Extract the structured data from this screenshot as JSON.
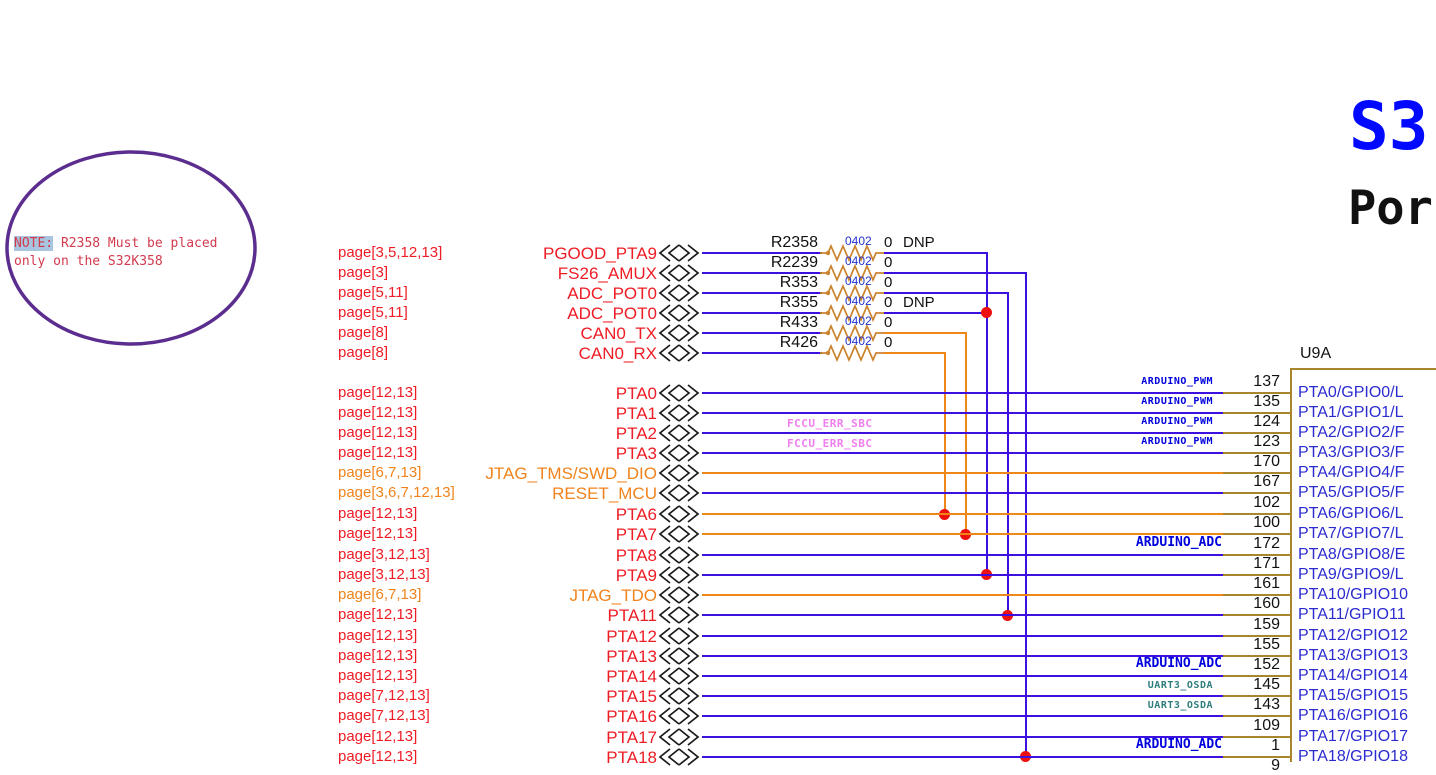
{
  "note": {
    "highlight": "NOTE:",
    "line1_rest": " R2358 Must be placed",
    "line2": "only on the S32K358"
  },
  "title": {
    "line1": "S3",
    "line2": "Por"
  },
  "ic": {
    "refdes": "U9A"
  },
  "colors": {
    "wire_blue": "#3c11e0",
    "wire_orange": "#ee8618",
    "pin_gold": "#a8862e",
    "red_text": "#ee1c25",
    "orange_text": "#f0831c",
    "pin_name_blue": "#2b2bd0",
    "footprint_blue": "#2233cc",
    "net_label_blue": "#0000dd",
    "uart_teal": "#2e7d7d",
    "fccu_magenta": "#f07ef0",
    "junction_red": "#ee0f0f",
    "ellipse_purple": "#5b2d8e",
    "note_highlight": "#a9c4de",
    "title_blue": "#0008ff"
  },
  "offpage_rows": [
    {
      "page": "page[3,5,12,13]",
      "signal": "PGOOD_PTA9",
      "resistor": "R2358",
      "footprint": "0402",
      "value": "0",
      "dnp": "DNP"
    },
    {
      "page": "page[3]",
      "signal": "FS26_AMUX",
      "resistor": "R2239",
      "footprint": "0402",
      "value": "0",
      "dnp": ""
    },
    {
      "page": "page[5,11]",
      "signal": "ADC_POT0",
      "resistor": "R353",
      "footprint": "0402",
      "value": "0",
      "dnp": ""
    },
    {
      "page": "page[5,11]",
      "signal": "ADC_POT0",
      "resistor": "R355",
      "footprint": "0402",
      "value": "0",
      "dnp": "DNP"
    },
    {
      "page": "page[8]",
      "signal": "CAN0_TX",
      "resistor": "R433",
      "footprint": "0402",
      "value": "0",
      "dnp": ""
    },
    {
      "page": "page[8]",
      "signal": "CAN0_RX",
      "resistor": "R426",
      "footprint": "0402",
      "value": "0",
      "dnp": ""
    }
  ],
  "fccu_label": "FCCU_ERR_SBC",
  "pin_rows": [
    {
      "page": "page[12,13]",
      "signal": "PTA0",
      "net_label": "ARDUINO_PWM",
      "pin": "137",
      "pin_name": "PTA0/GPIO0/L"
    },
    {
      "page": "page[12,13]",
      "signal": "PTA1",
      "net_label": "ARDUINO_PWM",
      "pin": "135",
      "pin_name": "PTA1/GPIO1/L"
    },
    {
      "page": "page[12,13]",
      "signal": "PTA2",
      "net_label": "ARDUINO_PWM",
      "pin": "124",
      "pin_name": "PTA2/GPIO2/F"
    },
    {
      "page": "page[12,13]",
      "signal": "PTA3",
      "net_label": "ARDUINO_PWM",
      "pin": "123",
      "pin_name": "PTA3/GPIO3/F"
    },
    {
      "page": "page[6,7,13]",
      "signal": "JTAG_TMS/SWD_DIO",
      "net_label": "",
      "pin": "170",
      "pin_name": "PTA4/GPIO4/F"
    },
    {
      "page": "page[3,6,7,12,13]",
      "signal": "RESET_MCU",
      "net_label": "",
      "pin": "167",
      "pin_name": "PTA5/GPIO5/F"
    },
    {
      "page": "page[12,13]",
      "signal": "PTA6",
      "net_label": "",
      "pin": "102",
      "pin_name": "PTA6/GPIO6/L"
    },
    {
      "page": "page[12,13]",
      "signal": "PTA7",
      "net_label": "",
      "pin": "100",
      "pin_name": "PTA7/GPIO7/L"
    },
    {
      "page": "page[3,12,13]",
      "signal": "PTA8",
      "net_label": "ARDUINO_ADC",
      "pin": "172",
      "pin_name": "PTA8/GPIO8/E"
    },
    {
      "page": "page[3,12,13]",
      "signal": "PTA9",
      "net_label": "",
      "pin": "171",
      "pin_name": "PTA9/GPIO9/L"
    },
    {
      "page": "page[6,7,13]",
      "signal": "JTAG_TDO",
      "net_label": "",
      "pin": "161",
      "pin_name": "PTA10/GPIO10"
    },
    {
      "page": "page[12,13]",
      "signal": "PTA11",
      "net_label": "",
      "pin": "160",
      "pin_name": "PTA11/GPIO11"
    },
    {
      "page": "page[12,13]",
      "signal": "PTA12",
      "net_label": "",
      "pin": "159",
      "pin_name": "PTA12/GPIO12"
    },
    {
      "page": "page[12,13]",
      "signal": "PTA13",
      "net_label": "",
      "pin": "155",
      "pin_name": "PTA13/GPIO13"
    },
    {
      "page": "page[12,13]",
      "signal": "PTA14",
      "net_label": "ARDUINO_ADC",
      "pin": "152",
      "pin_name": "PTA14/GPIO14"
    },
    {
      "page": "page[7,12,13]",
      "signal": "PTA15",
      "net_label": "UART3_OSDA",
      "pin": "145",
      "pin_name": "PTA15/GPIO15"
    },
    {
      "page": "page[7,12,13]",
      "signal": "PTA16",
      "net_label": "UART3_OSDA",
      "pin": "143",
      "pin_name": "PTA16/GPIO16"
    },
    {
      "page": "page[12,13]",
      "signal": "PTA17",
      "net_label": "",
      "pin": "109",
      "pin_name": "PTA17/GPIO17"
    },
    {
      "page": "page[12,13]",
      "signal": "PTA18",
      "net_label": "ARDUINO_ADC",
      "pin": "1",
      "pin_name": "PTA18/GPIO18"
    }
  ],
  "partial_pin": "9"
}
